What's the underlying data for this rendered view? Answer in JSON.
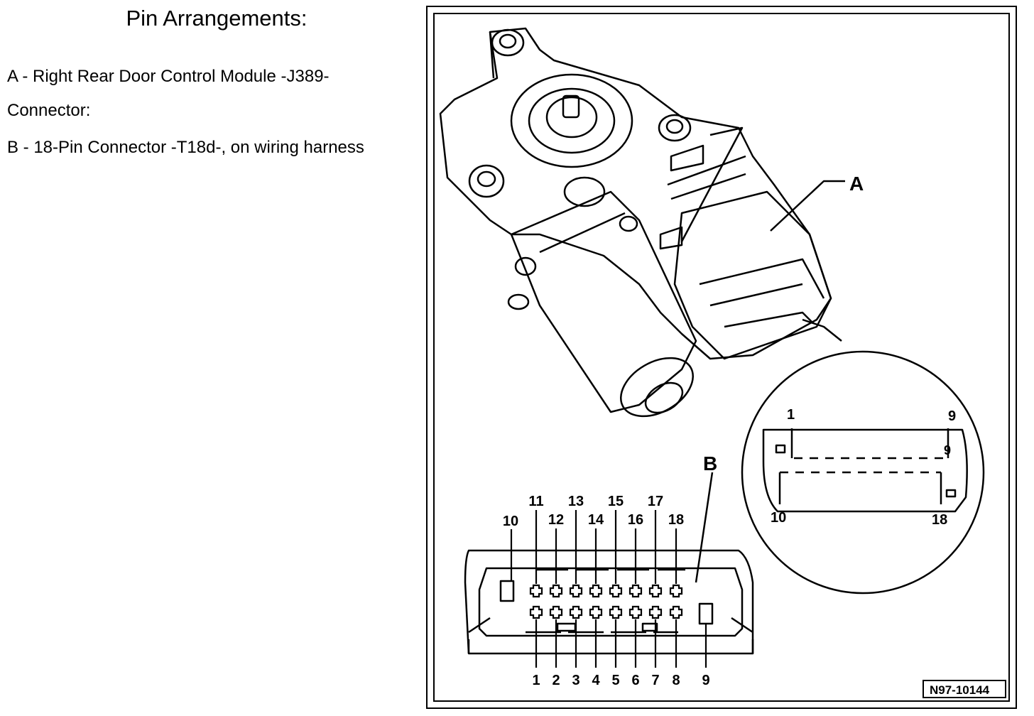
{
  "heading": "Pin Arrangements:",
  "legend": {
    "a": "A - Right Rear Door Control Module -J389-",
    "connector": "Connector:",
    "b": "B - 18-Pin Connector -T18d-, on wiring harness"
  },
  "figure": {
    "callout_a": "A",
    "callout_b": "B",
    "reference_code": "N97-10144",
    "detail_pins": {
      "top_left": "1",
      "top_right": "9",
      "top_right_inner": "9",
      "bottom_left": "10",
      "bottom_right": "18"
    },
    "upper_row_pins": [
      "10",
      "11",
      "12",
      "13",
      "14",
      "15",
      "16",
      "17",
      "18"
    ],
    "lower_row_pins": [
      "1",
      "2",
      "3",
      "4",
      "5",
      "6",
      "7",
      "8",
      "9"
    ]
  }
}
